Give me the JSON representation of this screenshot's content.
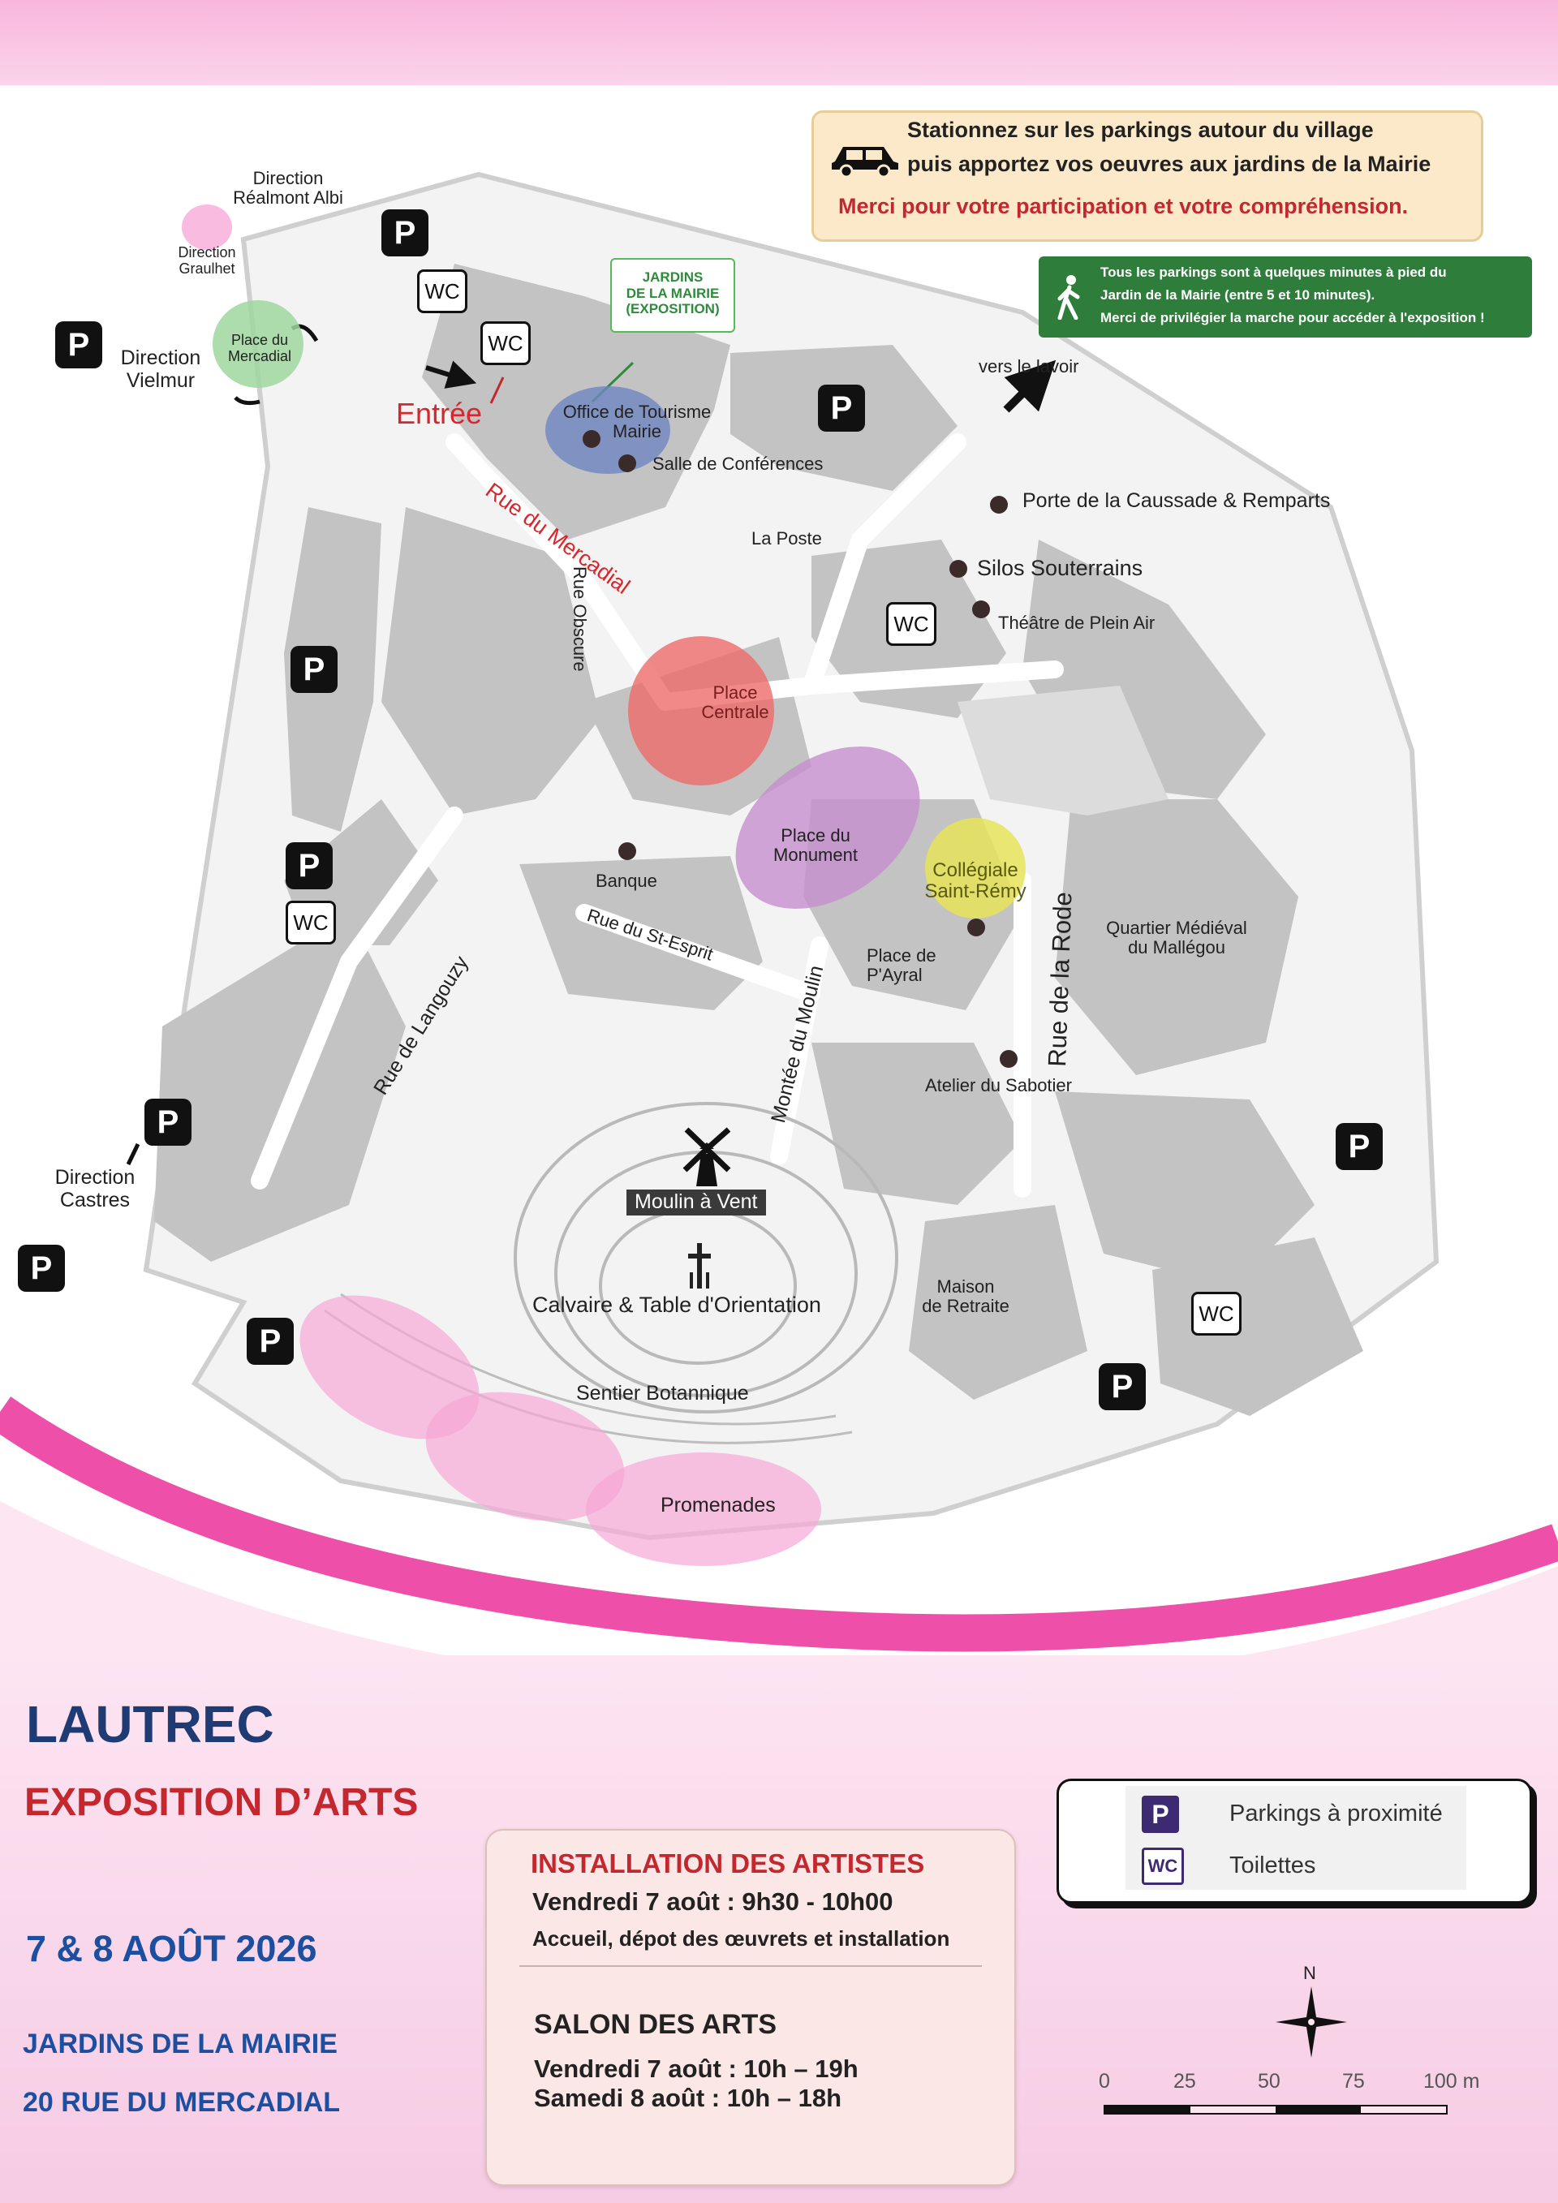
{
  "notice": {
    "line1": "Stationnez sur les parkings autour du village",
    "line2": "puis apportez vos oeuvres aux jardins de la Mairie",
    "line3": "Merci  pour votre participation et votre compréhension.",
    "icon": "car-icon"
  },
  "walk_notice": {
    "line1": "Tous les parkings sont à quelques minutes à pied du",
    "line2": "Jardin de la Mairie (entre 5 et 10 minutes).",
    "line3": "Merci de privilégier la marche pour accéder à l'exposition !",
    "icon": "walking-person-icon"
  },
  "map": {
    "jardins_box": [
      "JARDINS",
      "DE LA MAIRIE",
      "(EXPOSITION)"
    ],
    "directions": {
      "realmont": [
        "Direction",
        "Réalmont Albi"
      ],
      "graulhet": [
        "Direction",
        "Graulhet"
      ],
      "vielmur": [
        "Direction",
        "Vielmur"
      ],
      "castres": [
        "Direction",
        "Castres"
      ],
      "lavoir": "vers le lavoir"
    },
    "places": {
      "mercadial": [
        "Place du",
        "Mercadial"
      ],
      "office": [
        "Office de Tourisme",
        "Mairie"
      ],
      "salle": "Salle de Conférences",
      "poste": "La Poste",
      "porte": "Porte de la Caussade & Remparts",
      "silos": "Silos Souterrains",
      "theatre": "Théâtre de Plein Air",
      "centrale": [
        "Place",
        "Centrale"
      ],
      "monument": [
        "Place du",
        "Monument"
      ],
      "banque": "Banque",
      "collegiale": [
        "Collégiale",
        "Saint-Rémy"
      ],
      "ayral": [
        "Place de",
        "P'Ayral"
      ],
      "mallegou": [
        "Quartier Médiéval",
        "du Mallégou"
      ],
      "sabotier": "Atelier du Sabotier",
      "moulin": "Moulin à Vent",
      "calvaire": "Calvaire & Table d'Orientation",
      "sentier": "Sentier Botannique",
      "maison": [
        "Maison",
        "de Retraite"
      ],
      "promenades": "Promenades"
    },
    "streets": {
      "mercadial": "Rue du Mercadial",
      "obscure": "Rue Obscure",
      "esprit": "Rue du St-Esprit",
      "langouzy": "Rue de Langouzy",
      "moulin": "Montée du Moulin",
      "rode": "Rue de la Rode"
    },
    "entree": "Entrée",
    "parking_symbol": "P",
    "wc_symbol": "WC",
    "colors": {
      "mercadial": "#9fd69f",
      "office": "#6f86c2",
      "centrale": "#ee6b6b",
      "monument": "#c78fd0",
      "collegiale": "#e8e35a",
      "promenades": "#f7a6d6",
      "graulhet": "#f7a6d6"
    }
  },
  "event": {
    "village": "LAUTREC",
    "subtitle": "EXPOSITION D’ARTS",
    "dates": "7 & 8 AOÛT 2026",
    "venue1": "JARDINS DE LA MAIRIE",
    "venue2": "20 RUE DU MERCADIAL"
  },
  "schedule": {
    "install_title": "INSTALLATION DES ARTISTES",
    "install_time": "Vendredi 7 août :  9h30 - 10h00",
    "install_desc": "Accueil, dépot des œuvrets et installation",
    "salon_title": "SALON DES ARTS",
    "salon_fri": "Vendredi 7 août : 10h – 19h",
    "salon_sat": "Samedi 8 août : 10h – 18h"
  },
  "legend": {
    "parking_label": "Parkings à proximité",
    "wc_label": "Toilettes",
    "parking_symbol": "P",
    "wc_symbol": "WC"
  },
  "scale": {
    "north": "N",
    "ticks": [
      "0",
      "25",
      "50",
      "75",
      "100 m"
    ],
    "icon": "compass-rose-icon"
  },
  "colors": {
    "navy": "#1f3b73",
    "red": "#c3282f",
    "blue": "#1d4fa0",
    "pink": "#ee4fa8"
  }
}
